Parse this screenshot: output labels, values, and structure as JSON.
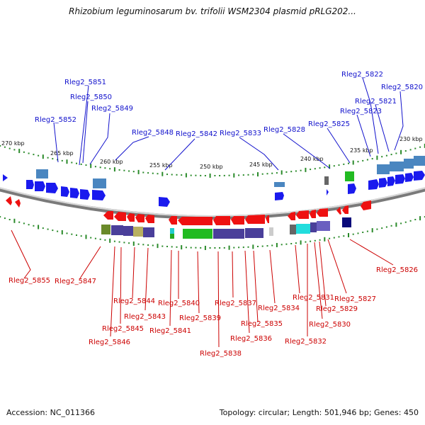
{
  "title": "Rhizobium leguminosarum bv. trifolii WSM2304 plasmid pRLG202...",
  "footer": {
    "accession_label": "Accession:",
    "accession": "NC_011366",
    "topology_label": "Topology:",
    "topology": "circular",
    "length_label": "Length:",
    "length": "501,946 bp",
    "genes_label": "Genes:",
    "genes": "450"
  },
  "colors": {
    "forward_gene": "#1a1aee",
    "reverse_gene": "#ee1111",
    "backbone": "#8a8a8a",
    "gc_ticks": "#2a8a2a",
    "label_blue": "#1010cc",
    "label_red": "#cc0000"
  },
  "scale_ticks": [
    "270 kbp",
    "265 kbp",
    "260 kbp",
    "255 kbp",
    "250 kbp",
    "245 kbp",
    "240 kbp",
    "235 kbp",
    "230 kbp"
  ],
  "top_labels": [
    "Rleg2_5851",
    "Rleg2_5850",
    "Rleg2_5849",
    "Rleg2_5852",
    "Rleg2_5848",
    "Rleg2_5842",
    "Rleg2_5833",
    "Rleg2_5828",
    "Rleg2_5825",
    "Rleg2_5822",
    "Rleg2_5821",
    "Rleg2_5820",
    "Rleg2_5823"
  ],
  "bottom_labels": [
    "Rleg2_5855",
    "Rleg2_5847",
    "Rleg2_5844",
    "Rleg2_5843",
    "Rleg2_5845",
    "Rleg2_5846",
    "Rleg2_5840",
    "Rleg2_5841",
    "Rleg2_5839",
    "Rleg2_5838",
    "Rleg2_5837",
    "Rleg2_5836",
    "Rleg2_5835",
    "Rleg2_5834",
    "Rleg2_5831",
    "Rleg2_5832",
    "Rleg2_5830",
    "Rleg2_5829",
    "Rleg2_5827",
    "Rleg2_5826"
  ]
}
